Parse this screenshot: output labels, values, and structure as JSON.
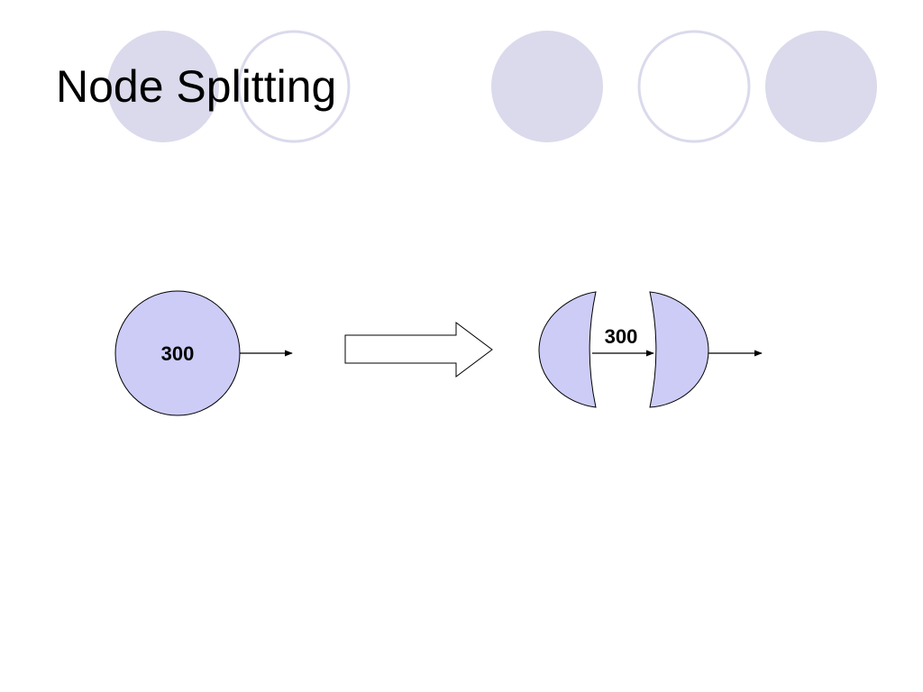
{
  "slide": {
    "title": "Node Splitting"
  },
  "diagram": {
    "before_node_label": "300",
    "after_node_label": "300"
  },
  "colors": {
    "node_fill": "#ccccf7",
    "decor_circle_fill": "#dadaec",
    "decor_circle_stroke": "#dadaec",
    "stroke": "#000000"
  }
}
